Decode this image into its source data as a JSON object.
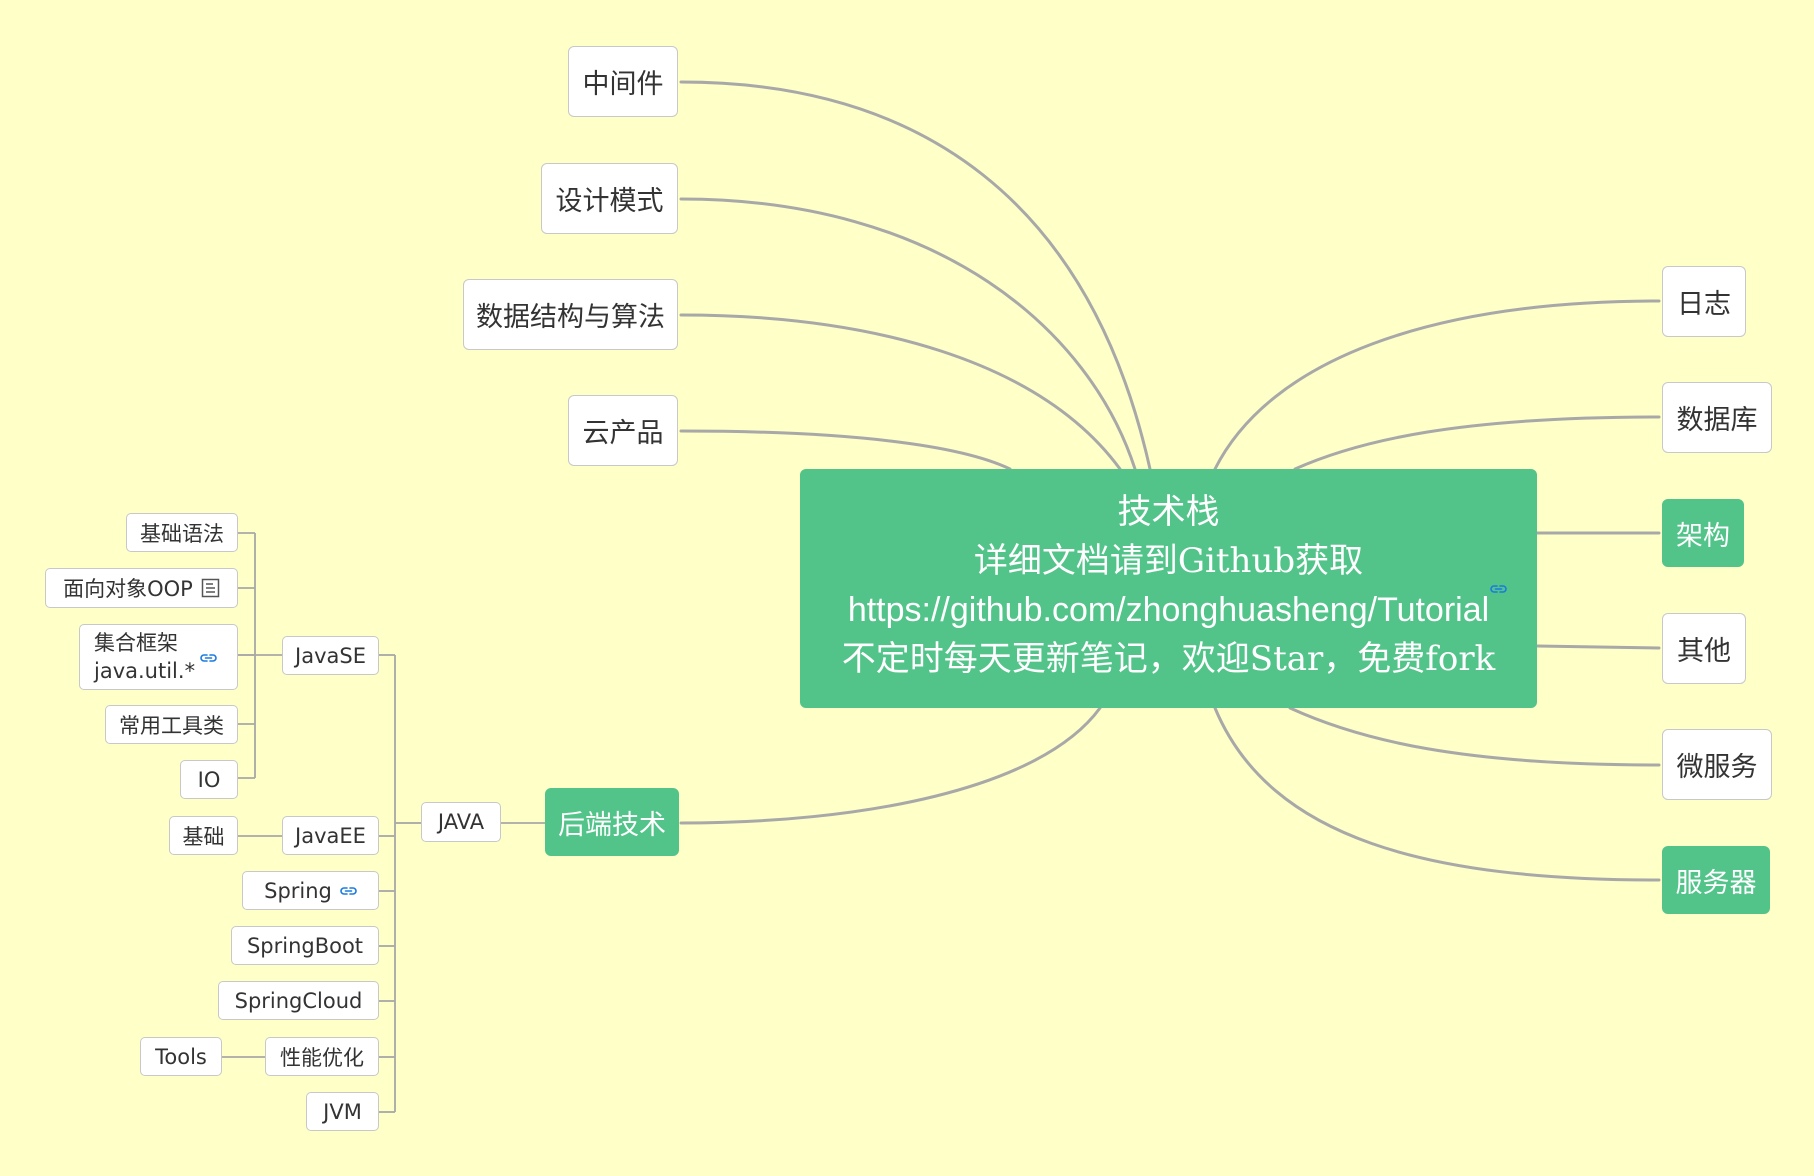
{
  "root": {
    "title": "技术栈",
    "line2": "详细文档请到Github获取",
    "line3": "https://github.com/zhonghuasheng/Tutorial",
    "line4": "不定时每天更新笔记，欢迎Star，免费fork"
  },
  "left_topics": {
    "middleware": "中间件",
    "design_patterns": "设计模式",
    "data_structures": "数据结构与算法",
    "cloud_products": "云产品",
    "backend": "后端技术"
  },
  "right_topics": {
    "logging": "日志",
    "database": "数据库",
    "architecture": "架构",
    "other": "其他",
    "microservices": "微服务",
    "server": "服务器"
  },
  "java_tree": {
    "java": "JAVA",
    "javase": "JavaSE",
    "javase_children": {
      "basic_syntax": "基础语法",
      "oop": "面向对象OOP",
      "collections_line1": "集合框架",
      "collections_line2": "java.util.*",
      "utils": "常用工具类",
      "io": "IO"
    },
    "javaee": "JavaEE",
    "javaee_basics": "基础",
    "spring": "Spring",
    "springboot": "SpringBoot",
    "springcloud": "SpringCloud",
    "performance": "性能优化",
    "tools": "Tools",
    "jvm": "JVM"
  },
  "colors": {
    "background": "#ffffc8",
    "accent_green": "#52c48a",
    "connector": "#a8a8a8",
    "link_icon": "#1b7ae0"
  },
  "icons": {
    "link": "link-icon",
    "note": "note-icon"
  }
}
